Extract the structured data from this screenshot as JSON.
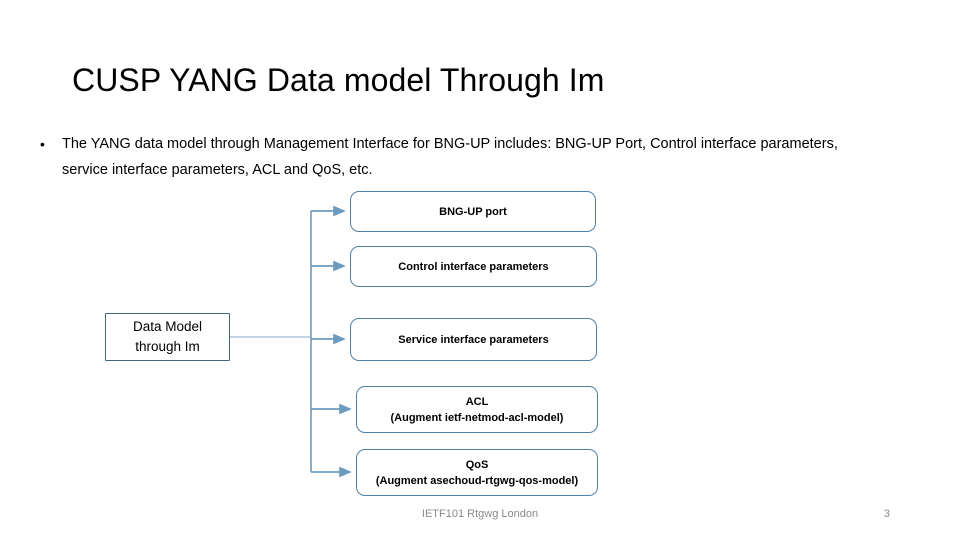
{
  "slide": {
    "title": "CUSP YANG Data model Through Im",
    "bullets": [
      {
        "marker": "•",
        "text": "The YANG data model through Management Interface for BNG-UP includes: BNG-UP Port, Control interface parameters, service interface parameters, ACL and QoS, etc."
      }
    ],
    "footer": {
      "center_text": "IETF101 Rtgwg London",
      "page_number": "3"
    }
  },
  "diagram": {
    "type": "flow-tree",
    "source_node": {
      "line1": "Data Model",
      "line2": "through Im"
    },
    "branches": [
      {
        "id": "bng-up-port",
        "line1": "BNG-UP port",
        "line2": ""
      },
      {
        "id": "control-interface-parameters",
        "line1": "Control interface parameters",
        "line2": ""
      },
      {
        "id": "service-interface-parameters",
        "line1": "Service interface parameters",
        "line2": ""
      },
      {
        "id": "acl",
        "line1": "ACL",
        "line2": "(Augment ietf-netmod-acl-model)"
      },
      {
        "id": "qos",
        "line1": "QoS",
        "line2": "(Augment asechoud-rtgwg-qos-model)"
      }
    ],
    "colors": {
      "connector": "#6C9BC0",
      "branch_box_border": "#4F81A8",
      "source_box_border": "#44697F",
      "box_fill": "#FFFFFF",
      "text": "#000000",
      "footer_text": "#8A8A8A"
    }
  }
}
